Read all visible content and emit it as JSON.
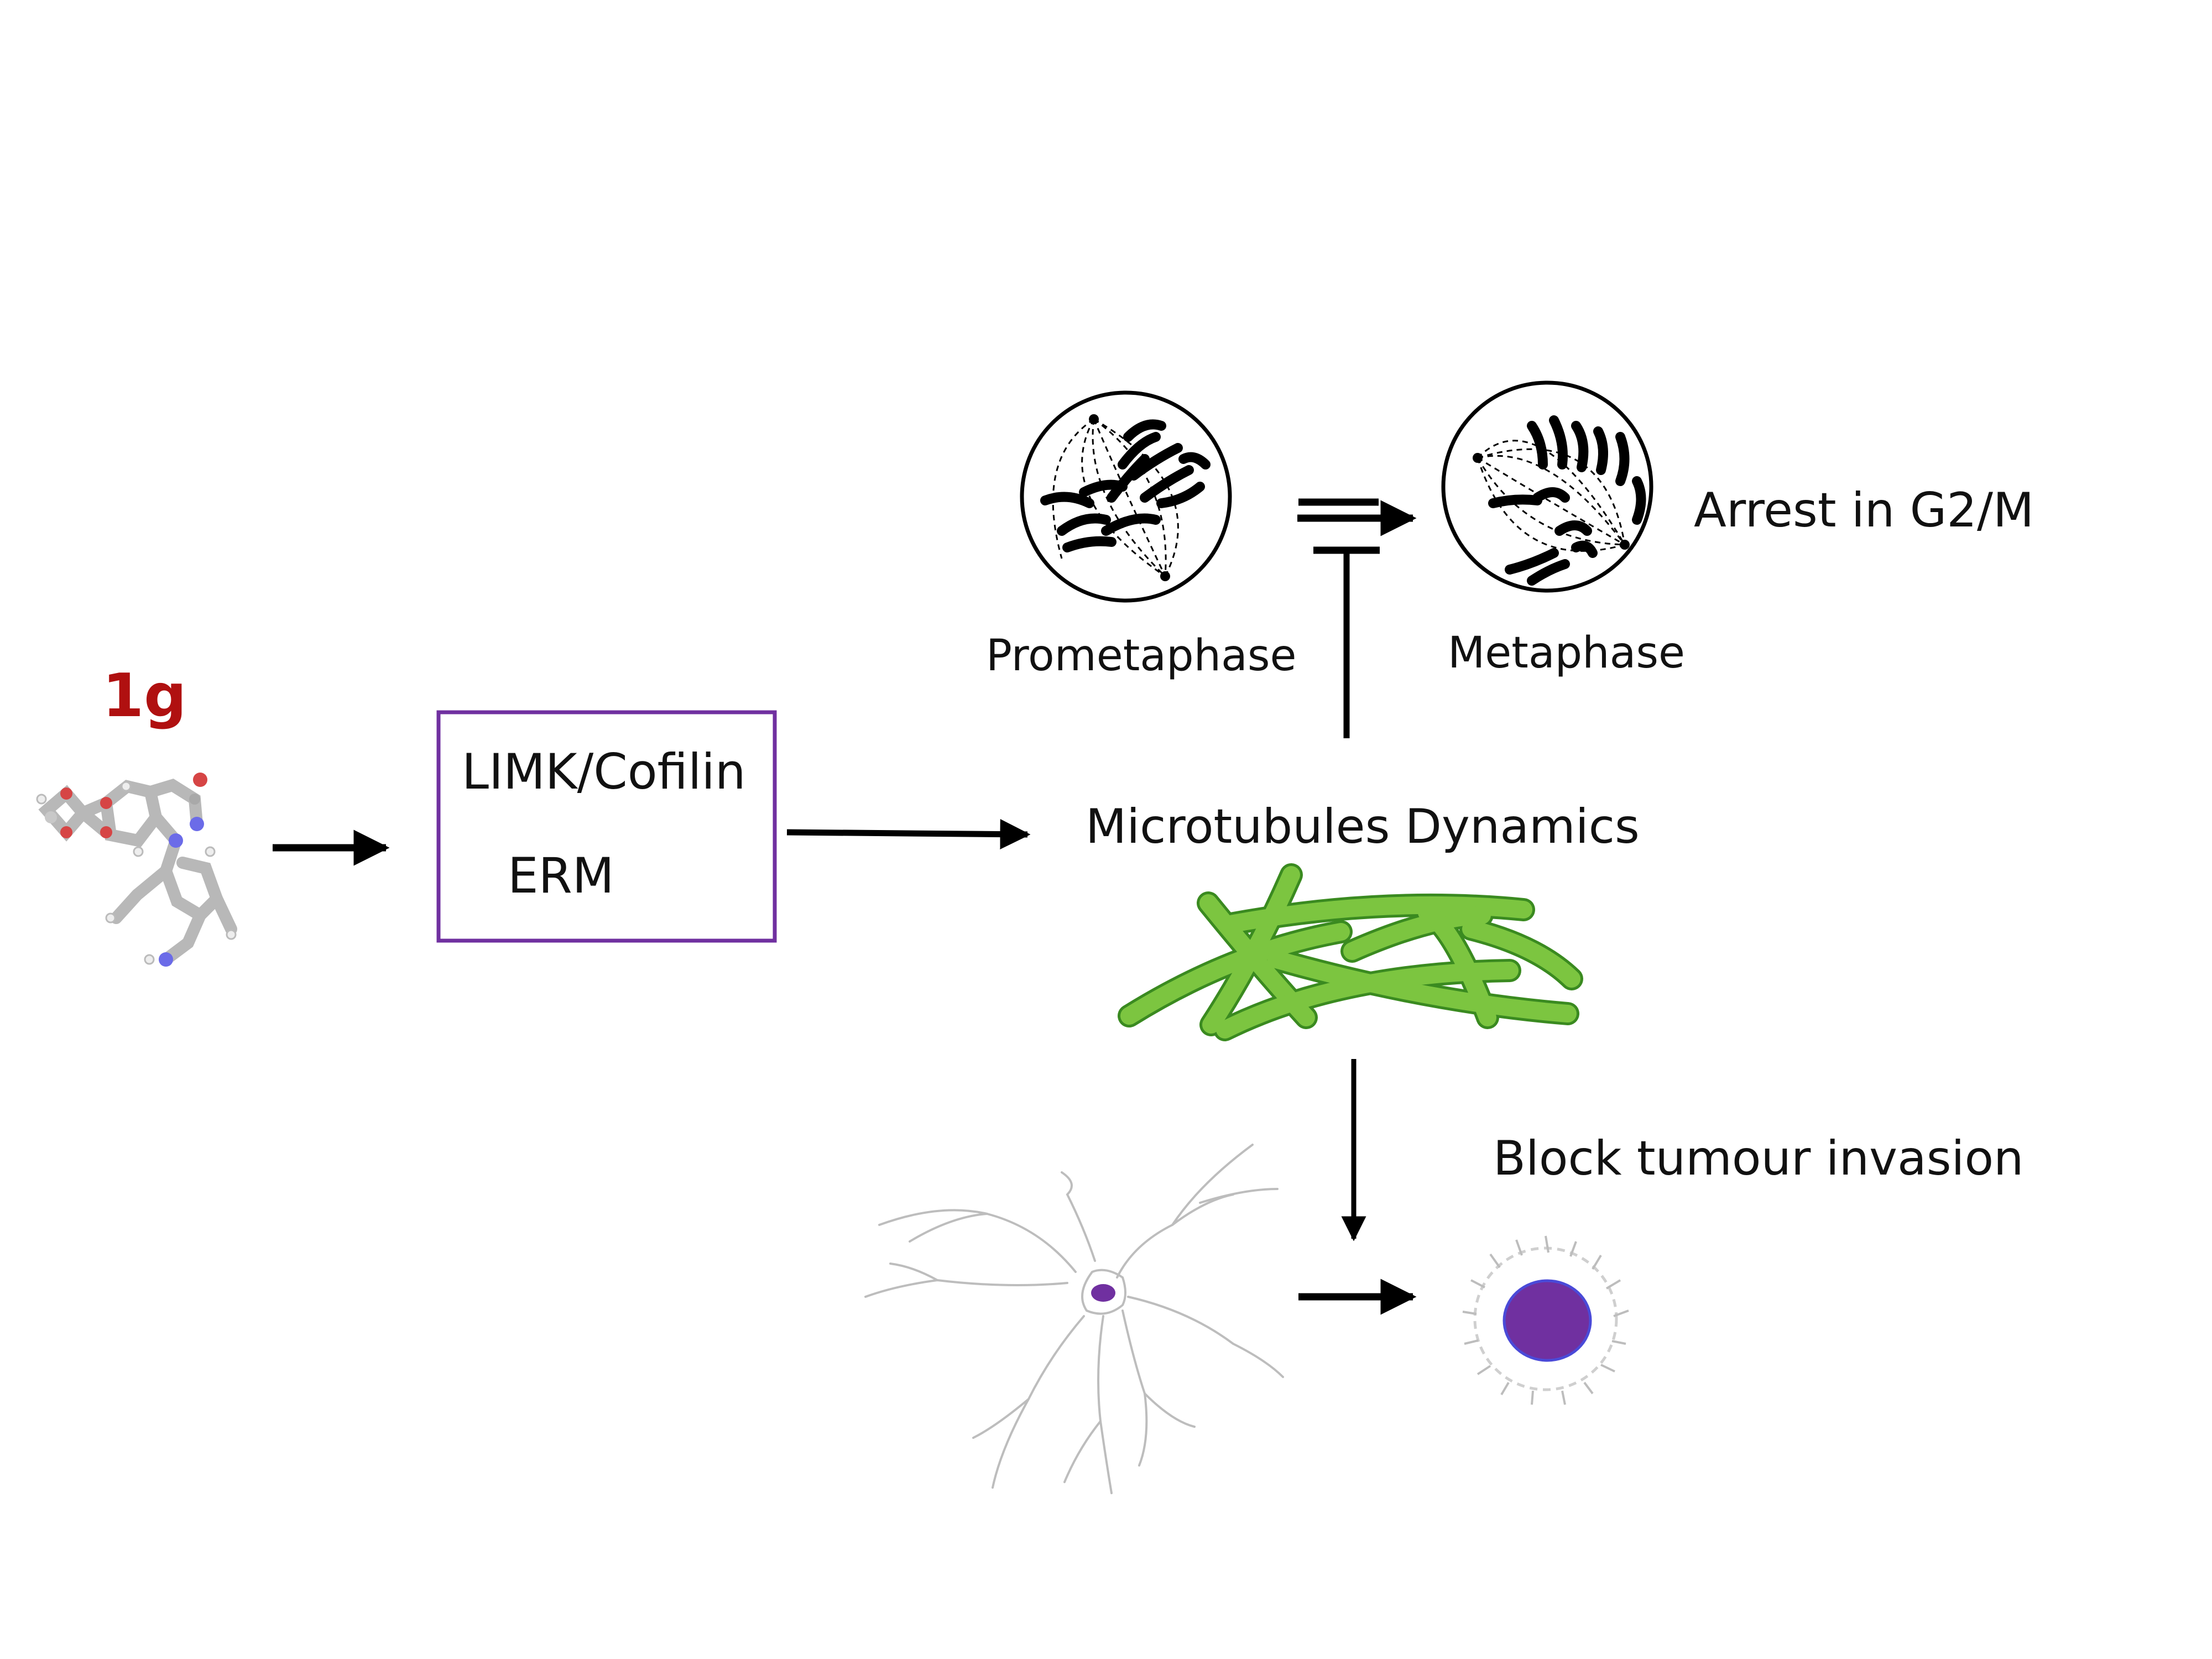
{
  "compound": {
    "label": "1g"
  },
  "target_box": {
    "line1": "LIMK/Cofilin",
    "line2": "ERM",
    "border_color": "#7030a0"
  },
  "microtubules": {
    "label": "Microtubules Dynamics",
    "color": "#7cc540"
  },
  "mitosis": {
    "stage1": "Prometaphase",
    "stage2": "Metaphase",
    "outcome": "Arrest in G2/M"
  },
  "invasion": {
    "outcome": "Block tumour invasion",
    "nucleus_color": "#7030a0"
  }
}
